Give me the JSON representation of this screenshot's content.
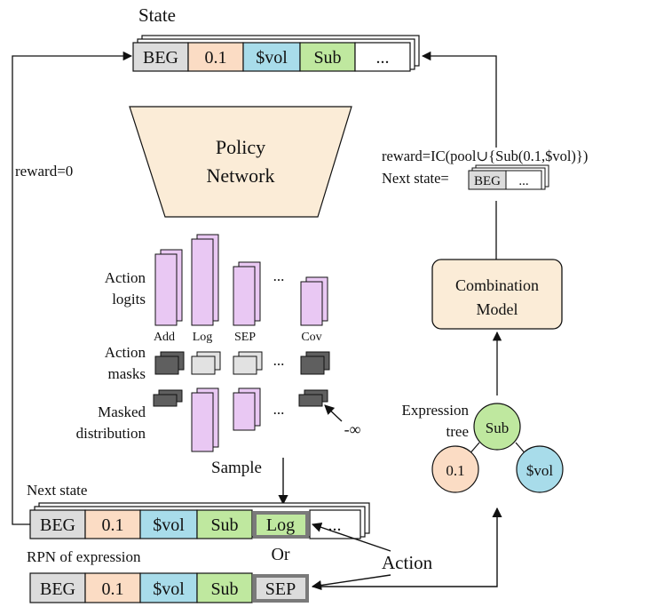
{
  "colors": {
    "beg": "#dcdcdc",
    "num": "#fbdcc4",
    "vol": "#a8dcea",
    "sub": "#bfe89f",
    "log": "#bfe89f",
    "sep": "#dcdcdc",
    "empty": "#ffffff",
    "logits": "#e9c8f3",
    "mask_dark": "#5f5f5f",
    "mask_light": "#e2e2e2",
    "policy": "#fbecd7",
    "combination": "#fbecd7",
    "tree_root": "#bfe89f",
    "tree_left": "#fbdcc4",
    "tree_right": "#a8dcea"
  },
  "state": {
    "title": "State",
    "tokens": [
      "BEG",
      "0.1",
      "$vol",
      "Sub",
      "..."
    ]
  },
  "policy": {
    "line1": "Policy",
    "line2": "Network"
  },
  "reward_zero": "reward=0",
  "reward_ic": "reward=IC(pool∪{Sub(0.1,$vol)})",
  "next_state_inline": {
    "label": "Next state=",
    "tokens": [
      "BEG",
      "..."
    ]
  },
  "action_logits": {
    "label1": "Action",
    "label2": "logits",
    "categories": [
      "Add",
      "Log",
      "SEP",
      "Cov"
    ],
    "ellipsis": "..."
  },
  "action_masks": {
    "label1": "Action",
    "label2": "masks",
    "ellipsis": "..."
  },
  "masked_dist": {
    "label1": "Masked",
    "label2": "distribution",
    "ellipsis": "...",
    "neg_inf": "-∞"
  },
  "sample": "Sample",
  "next_state_bottom": {
    "title": "Next state",
    "tokens": [
      "BEG",
      "0.1",
      "$vol",
      "Sub",
      "Log",
      "..."
    ]
  },
  "or": "Or",
  "rpn": {
    "title": "RPN of expression",
    "tokens": [
      "BEG",
      "0.1",
      "$vol",
      "Sub",
      "SEP"
    ]
  },
  "action": "Action",
  "combination": {
    "line1": "Combination",
    "line2": "Model"
  },
  "expression_tree": {
    "label1": "Expression",
    "label2": "tree",
    "root": "Sub",
    "left": "0.1",
    "right": "$vol"
  }
}
